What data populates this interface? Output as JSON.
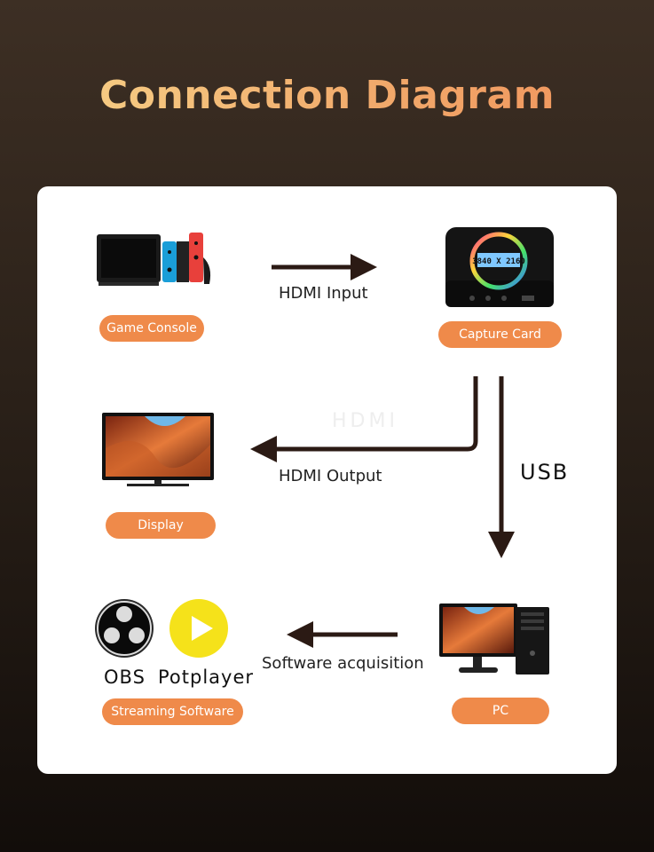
{
  "title": "Connection Diagram",
  "nodes": {
    "game_console": "Game Console",
    "capture_card": "Capture Card",
    "display": "Display",
    "pc": "PC",
    "streaming_software": "Streaming Software"
  },
  "edges": {
    "hdmi_input": "HDMI Input",
    "hdmi_output": "HDMI Output",
    "usb": "USB",
    "software_acquisition": "Software acquisition"
  },
  "software": {
    "obs": "OBS",
    "potplayer": "Potplayer"
  },
  "capture_screen_text": "3840 X 2160",
  "watermark": "HDMI",
  "colors": {
    "accent": "#ef8a4a",
    "arrow": "#2b1a14",
    "title_start": "#f7d58a",
    "title_end": "#f0905a"
  }
}
